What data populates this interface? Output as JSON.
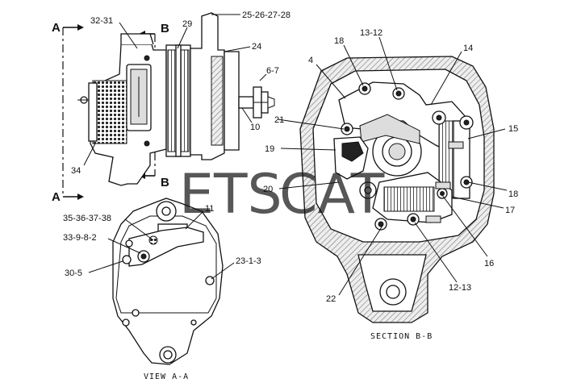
{
  "watermark": {
    "part1": "ETS",
    "part2": "CAT",
    "color1": "#c8c8c8",
    "color2": "#f3c98a"
  },
  "section_marks": {
    "a_top": "A",
    "a_bottom": "A",
    "b_top": "B",
    "b_bottom": "B"
  },
  "view_titles": {
    "view_aa": "VIEW A-A",
    "section_bb": "SECTION B-B"
  },
  "callouts": {
    "side": {
      "c32_31": "32-31",
      "c29": "29",
      "c25_28": "25-26-27-28",
      "c24": "24",
      "c6_7": "6-7",
      "c10": "10",
      "c34": "34"
    },
    "view_aa": {
      "c35_38": "35-36-37-38",
      "c11": "11",
      "c33_2": "33-9-8-2",
      "c30_5": "30-5",
      "c23_3": "23-1-3"
    },
    "section": {
      "c18a": "18",
      "c13_12": "13-12",
      "c4": "4",
      "c14": "14",
      "c21": "21",
      "c15": "15",
      "c19": "19",
      "c20": "20",
      "c18b": "18",
      "c17": "17",
      "c16": "16",
      "c22": "22",
      "c12_13": "12-13"
    }
  }
}
